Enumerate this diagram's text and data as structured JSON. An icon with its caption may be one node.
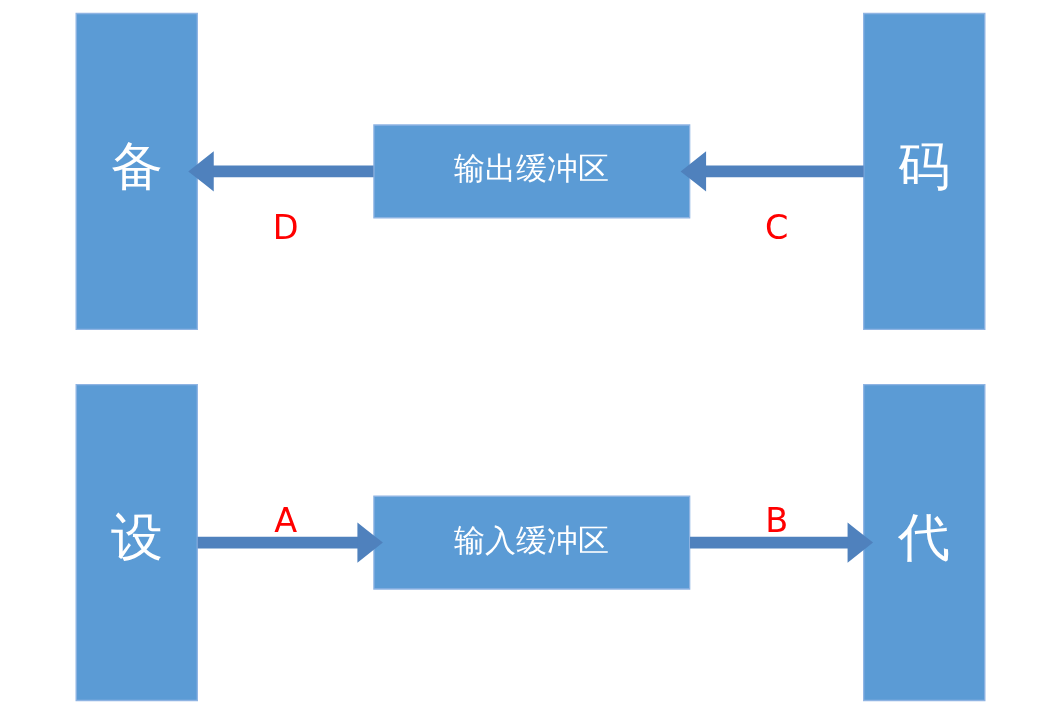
{
  "diagram": {
    "nodes": [
      {
        "text": [
          "设"
        ]
      },
      {
        "text": [
          "输入缓冲区"
        ]
      },
      {
        "text": [
          "代"
        ]
      },
      {
        "text": [
          "备"
        ]
      },
      {
        "text": [
          "输出缓冲区"
        ]
      },
      {
        "text": [
          "码"
        ]
      }
    ],
    "edges": [
      {
        "from": 0,
        "to": 1,
        "label": "A",
        "arrow": "to"
      },
      {
        "from": 1,
        "to": 2,
        "label": "B",
        "arrow": "to"
      },
      {
        "from": 5,
        "to": 4,
        "label": "C",
        "arrow": "to"
      },
      {
        "from": 4,
        "to": 3,
        "label": "D",
        "arrow": "to"
      }
    ]
  }
}
